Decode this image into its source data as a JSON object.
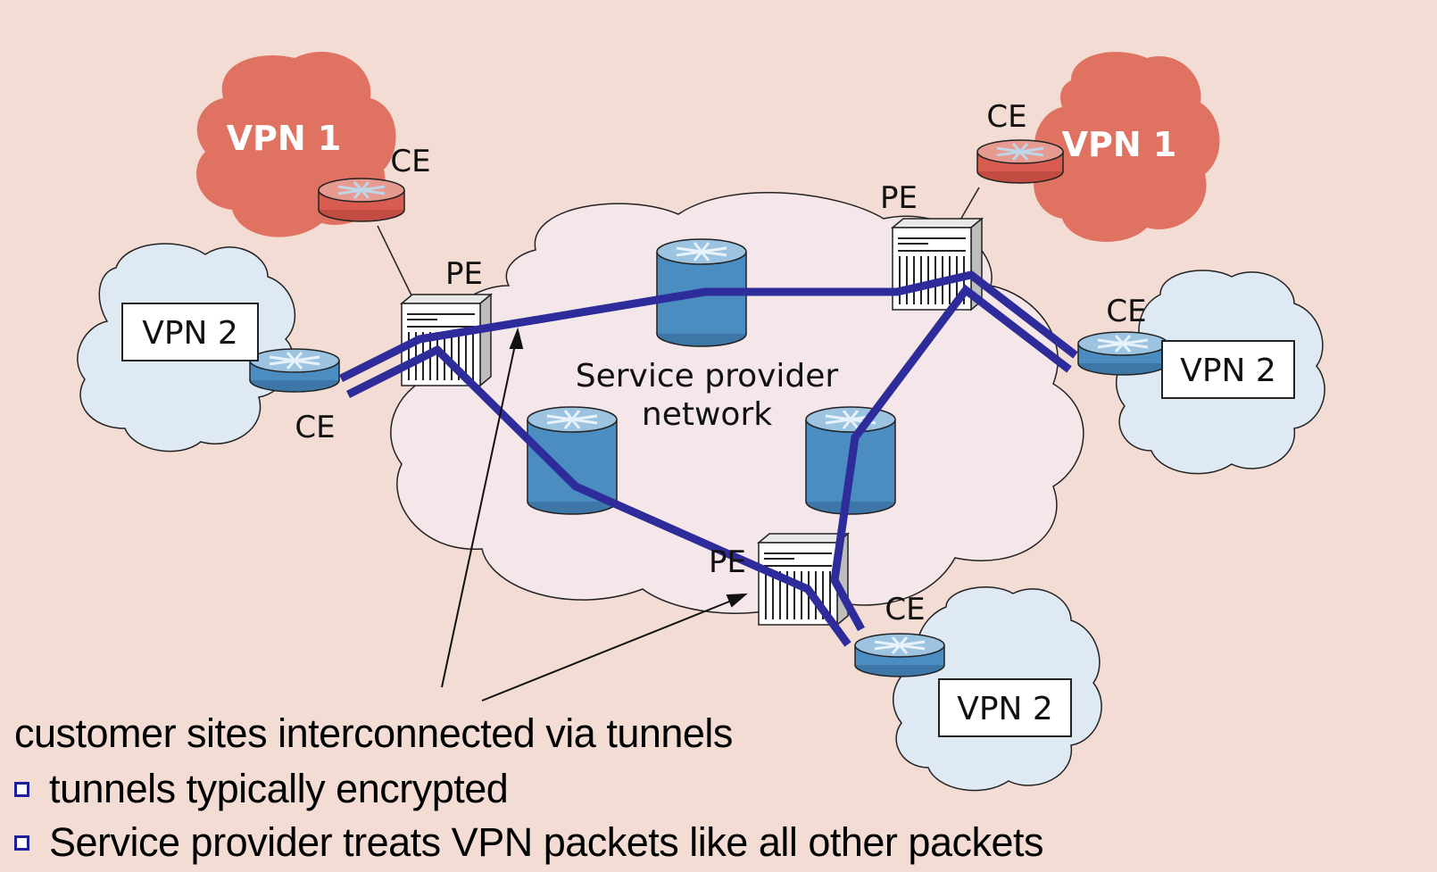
{
  "diagram": {
    "vpn1_label": "VPN 1",
    "vpn2_label": "VPN 2",
    "ce_label": "CE",
    "pe_label": "PE",
    "provider_label_line1": "Service provider",
    "provider_label_line2": "network"
  },
  "caption": "customer sites interconnected via tunnels",
  "bullets": [
    "tunnels typically encrypted",
    "Service provider treats VPN packets like all other packets"
  ],
  "colors": {
    "background": "#f2dcd3",
    "vpn1_cloud": "#e07262",
    "vpn2_cloud": "#dfe9f3",
    "provider_cloud": "#f5e6ea",
    "router_blue": "#4b8cc1",
    "router_red": "#d85d50",
    "tunnel": "#2e2c9a",
    "bullet_box": "#1f1f9a"
  }
}
